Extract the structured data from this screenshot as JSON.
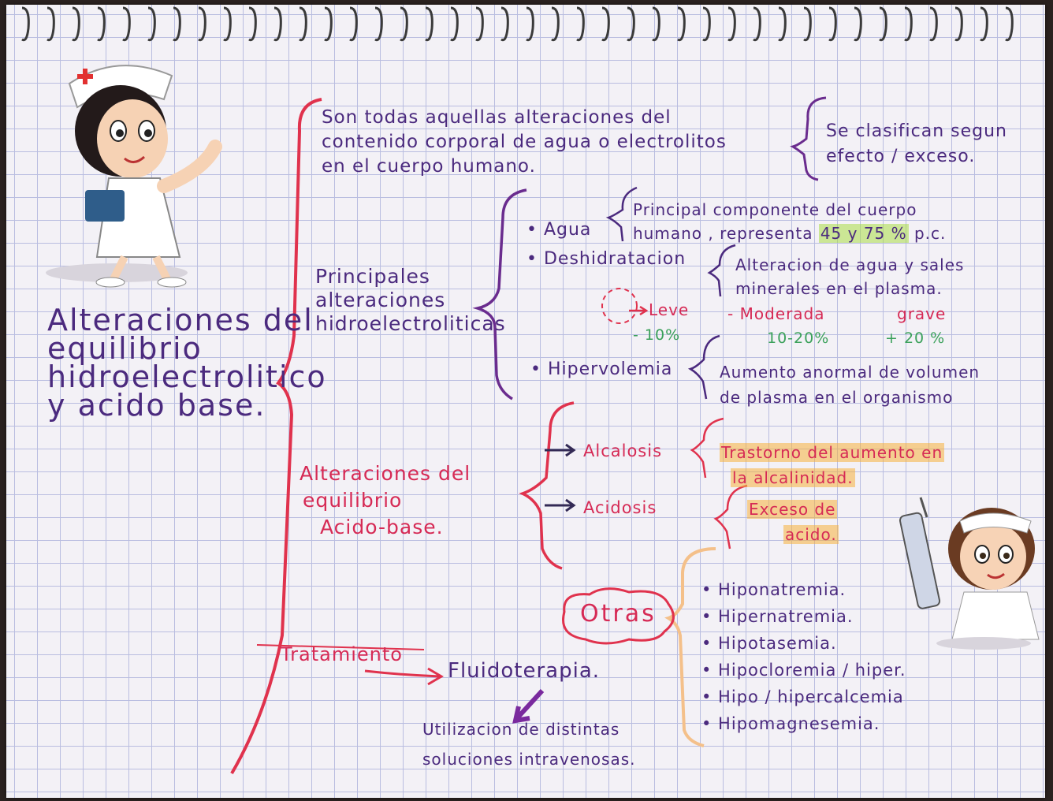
{
  "title": {
    "line1": "Alteraciones del",
    "line2": "equilibrio",
    "line3": "hidroelectrolitico",
    "line4": "y acido base."
  },
  "definition": {
    "line1": "Son todas aquellas alteraciones del",
    "line2": "contenido corporal de agua o electrolitos",
    "line3": "en el cuerpo humano."
  },
  "classification": {
    "line1": "Se clasifican segun",
    "line2": "efecto / exceso."
  },
  "principales": {
    "heading": [
      "Principales",
      "alteraciones",
      "hidroelectroliticas"
    ],
    "agua": {
      "label": "• Agua",
      "desc1": "Principal componente del cuerpo",
      "desc2_prefix": "humano , representa",
      "desc2_highlight": "45 y 75 %",
      "desc2_suffix": "p.c."
    },
    "deshidratacion": {
      "label": "• Deshidratacion",
      "desc1": "Alteracion de agua y sales",
      "desc2": "minerales en el plasma.",
      "levels": [
        {
          "name": "Leve",
          "value": "- 10%"
        },
        {
          "name": "- Moderada",
          "value": "10-20%"
        },
        {
          "name": "grave",
          "value": "+ 20 %"
        }
      ]
    },
    "hipervolemia": {
      "label": "• Hipervolemia",
      "desc1": "Aumento anormal de volumen",
      "desc2": "de plasma en el organismo"
    }
  },
  "acido_base": {
    "heading": [
      "Alteraciones del",
      "equilibrio",
      "Acido-base."
    ],
    "alcalosis": {
      "label": "Alcalosis",
      "desc1": "Trastorno del aumento en",
      "desc2": "la alcalinidad."
    },
    "acidosis": {
      "label": "Acidosis",
      "desc1": "Exceso de",
      "desc2": "acido."
    }
  },
  "otras": {
    "label": "Otras",
    "items": [
      "• Hiponatremia.",
      "• Hipernatremia.",
      "• Hipotasemia.",
      "• Hipocloremia / hiper.",
      "• Hipo / hipercalcemia",
      "• Hipomagnesemia."
    ]
  },
  "tratamiento": {
    "label": "Tratamiento",
    "therapy": "Fluidoterapia.",
    "desc1": "Utilizacion de distintas",
    "desc2": "soluciones intravenosas."
  },
  "colors": {
    "purple_ink": "#4b2a7e",
    "pink_ink": "#d62a55",
    "green_ink": "#3aa05a",
    "orange_highlight": "#f5b03c"
  },
  "icons": [
    "nurse-clipart-left",
    "nurse-with-syringe-clipart-right",
    "spiral-binding"
  ]
}
